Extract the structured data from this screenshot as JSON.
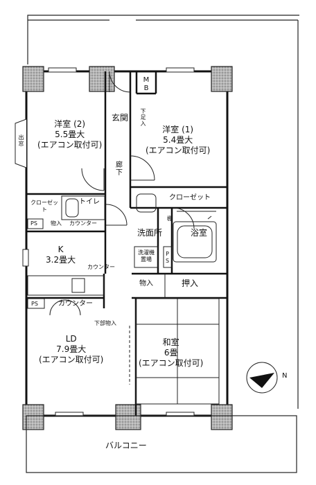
{
  "rooms": {
    "western2": {
      "name": "洋室 (2)",
      "size": "5.5畳大",
      "note": "(エアコン取付可)"
    },
    "western1": {
      "name": "洋室 (1)",
      "size": "5.4畳大",
      "note": "(エアコン取付可)"
    },
    "kitchen": {
      "name": "K",
      "size": "3.2畳大"
    },
    "ld": {
      "name": "LD",
      "size": "7.9畳大",
      "note": "(エアコン取付可)"
    },
    "japanese": {
      "name": "和室",
      "size": "6畳",
      "note": "(エアコン取付可)"
    }
  },
  "labels": {
    "mb": "MB",
    "genkan": "玄関",
    "shoe_storage": "下足入",
    "corridor": "廊下",
    "window_exit": "出窓",
    "closet_left": "クローゼット",
    "closet_right": "クローゼット",
    "toilet": "トイレ",
    "ps_top": "PS",
    "storage_top": "物入",
    "counter_top": "カウンター",
    "shelf": "棚",
    "washroom": "洗面所",
    "bathroom": "浴室",
    "washer": "洗濯機置場",
    "ps_mid": "PS",
    "counter_k": "カウンター",
    "storage_mid": "物入",
    "oshiire": "押入",
    "ps_ld": "PS",
    "counter_ld": "カウンター",
    "storage_under": "下部物入",
    "balcony": "バルコニー",
    "compass": "N"
  },
  "colors": {
    "wall": "#111111",
    "column": "#9a9a9a"
  }
}
